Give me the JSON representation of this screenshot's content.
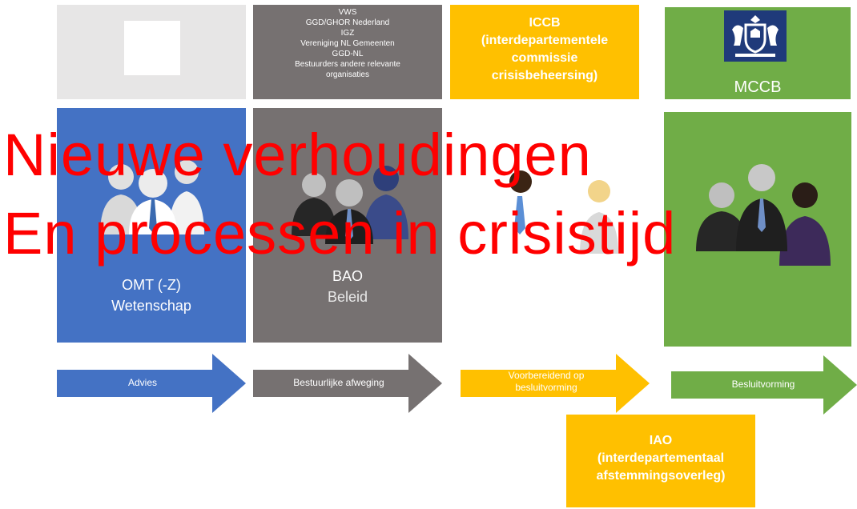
{
  "colors": {
    "blue": "#4472c4",
    "gray": "#767171",
    "light_gray": "#e7e6e6",
    "yellow": "#ffc000",
    "green": "#70ad47",
    "overlay_red": "#ff0000"
  },
  "columns": {
    "omt": {
      "top_icon": "blank-logo-square",
      "label": "OMT (-Z)",
      "sub": "Wetenschap",
      "arrow_label": "Advies"
    },
    "bao": {
      "top_lines": [
        "VWS",
        "GGD/GHOR Nederland",
        "IGZ",
        "Vereniging NL Gemeenten",
        "GGD-NL",
        "Bestuurders andere relevante",
        "organisaties"
      ],
      "label": "BAO",
      "sub": "Beleid",
      "arrow_label": "Bestuurlijke afweging"
    },
    "iccb": {
      "top_lines": [
        "ICCB",
        "(interdepartementele",
        "commissie",
        "crisisbeheersing)"
      ],
      "arrow_label_lines": [
        "Voorbereidend op",
        "besluitvorming"
      ]
    },
    "mccb": {
      "top_icon": "coat-of-arms-icon",
      "top_label": "MCCB",
      "arrow_label": "Besluitvorming"
    }
  },
  "iao": {
    "lines": [
      "IAO",
      "(interdepartementaal",
      "afstemmingsoverleg)"
    ]
  },
  "overlay": {
    "line1": "Nieuwe verhoudingen",
    "line2": "En processen in crisistijd"
  }
}
